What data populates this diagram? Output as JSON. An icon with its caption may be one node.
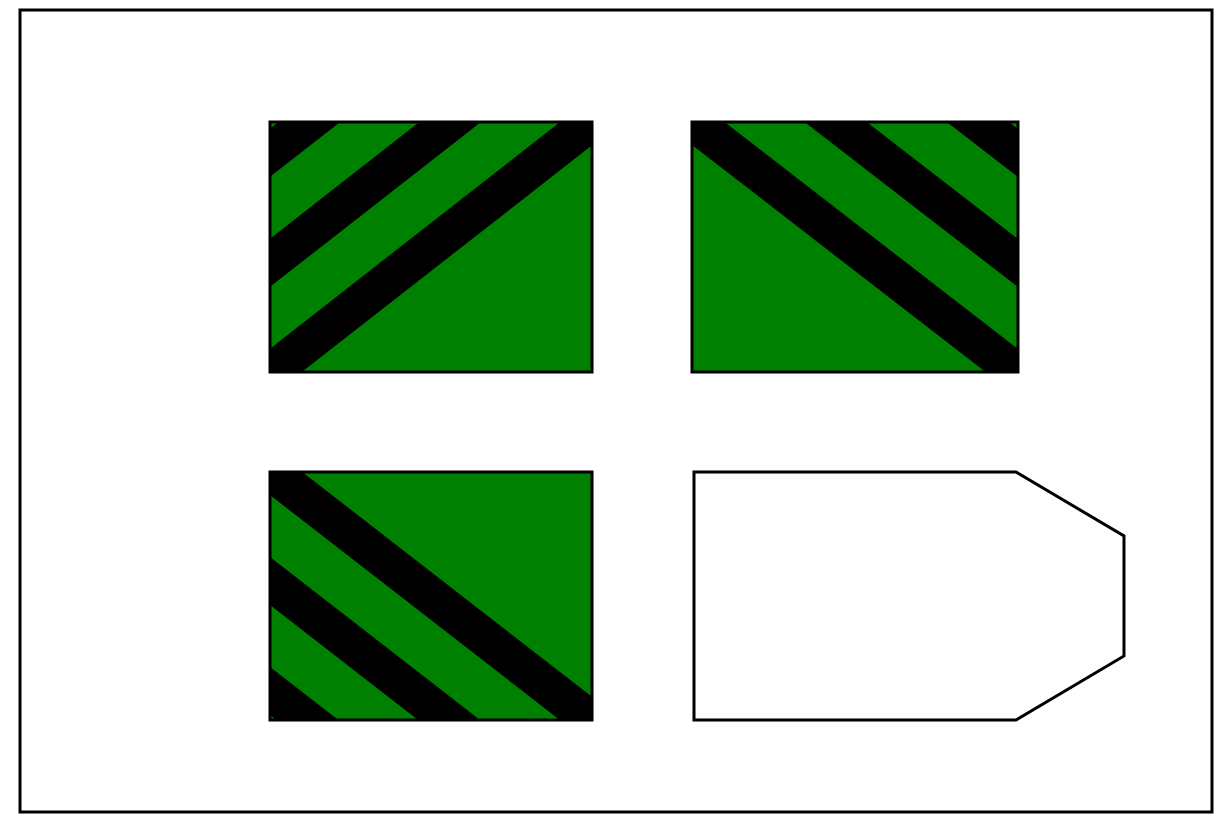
{
  "diagram": {
    "nodes": [
      {
        "text": [],
        "shape": "box"
      },
      {
        "text": [],
        "shape": "box"
      },
      {
        "text": [],
        "shape": "box"
      },
      {
        "text": [],
        "shape": "pentagon"
      }
    ]
  }
}
